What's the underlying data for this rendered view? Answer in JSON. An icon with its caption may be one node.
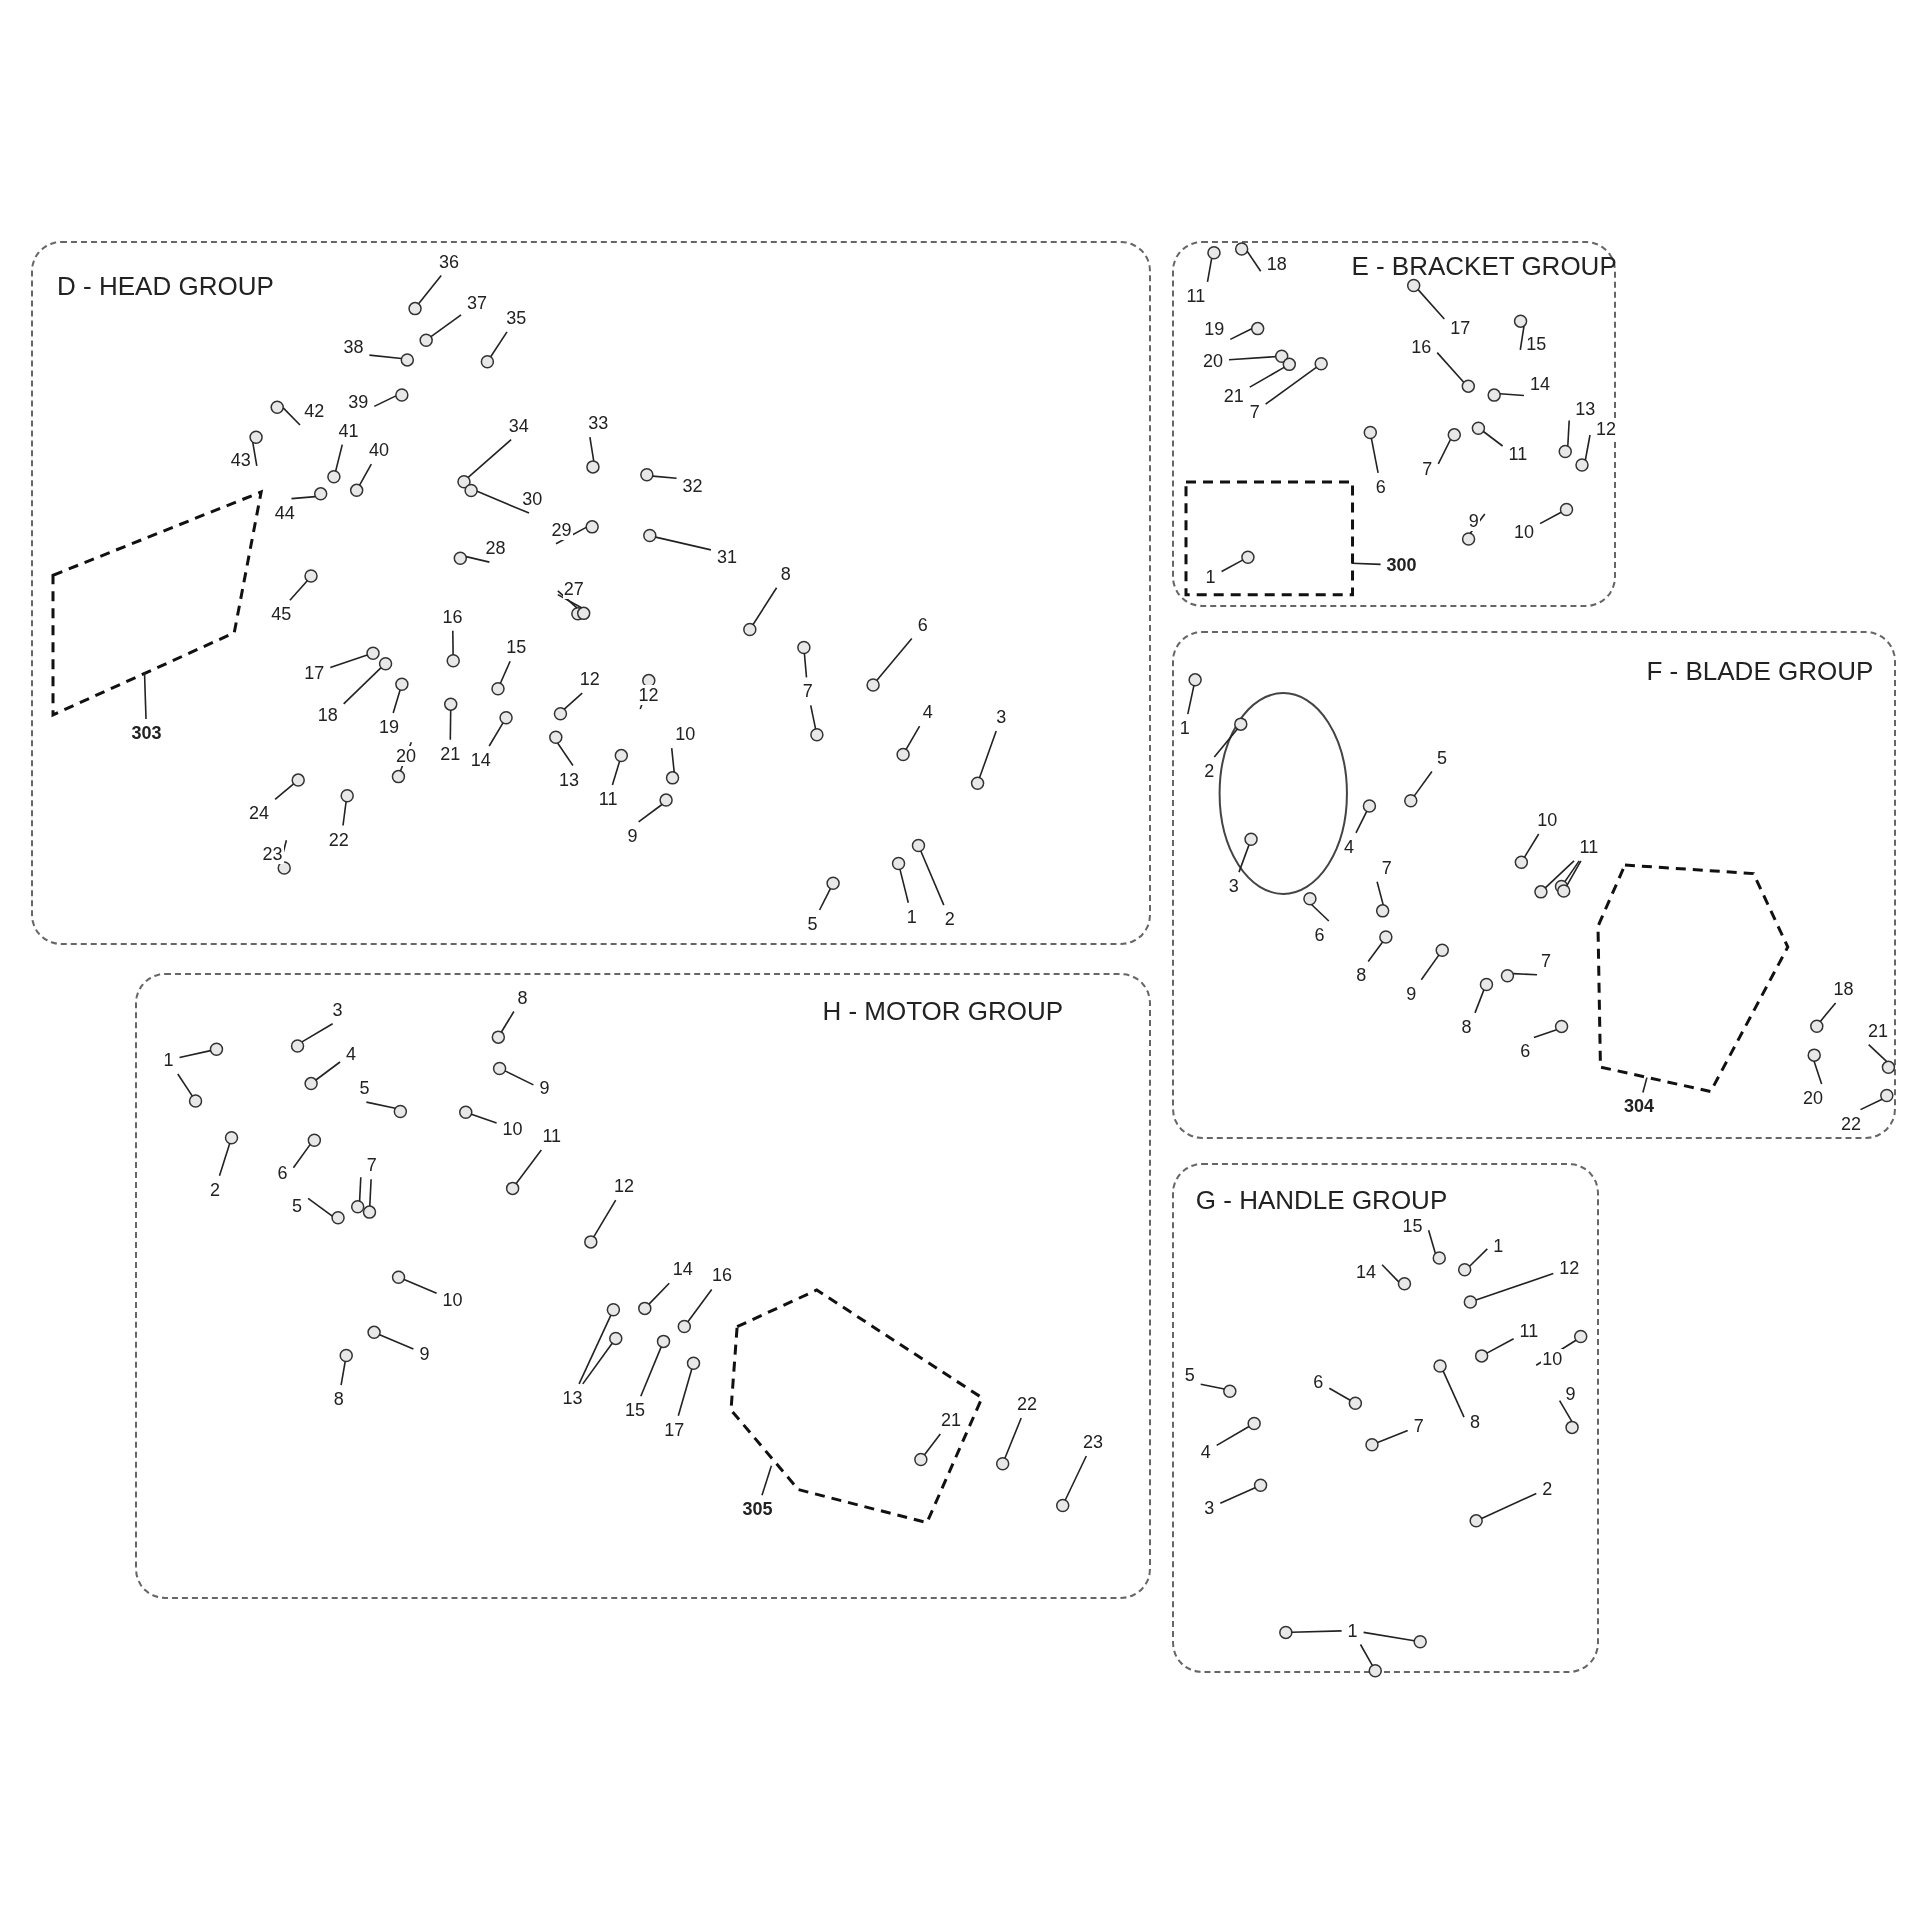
{
  "diagram": {
    "nodes": [
      {
        "text": [
          "D - HEAD GROUP"
        ]
      },
      {
        "text": [
          "36"
        ],
        "in": 0
      },
      {
        "text": [
          "37"
        ],
        "in": 0
      },
      {
        "text": [
          "35"
        ],
        "in": 0
      },
      {
        "text": [
          "38"
        ],
        "in": 0
      },
      {
        "text": [
          "39"
        ],
        "in": 0
      },
      {
        "text": [
          "42"
        ],
        "in": 0
      },
      {
        "text": [
          "41"
        ],
        "in": 0
      },
      {
        "text": [
          "40"
        ],
        "in": 0
      },
      {
        "text": [
          "34"
        ],
        "in": 0
      },
      {
        "text": [
          "33"
        ],
        "in": 0
      },
      {
        "text": [
          "32"
        ],
        "in": 0
      },
      {
        "text": [
          "43"
        ],
        "in": 0
      },
      {
        "text": [
          "44"
        ],
        "in": 0
      },
      {
        "text": [
          "30"
        ],
        "in": 0
      },
      {
        "text": [
          "29"
        ],
        "in": 0
      },
      {
        "text": [
          "28"
        ],
        "in": 0
      },
      {
        "text": [
          "31"
        ],
        "in": 0
      },
      {
        "text": [
          "27"
        ],
        "in": 0
      },
      {
        "text": [
          "45"
        ],
        "in": 0
      },
      {
        "text": [
          "8"
        ],
        "in": 0
      },
      {
        "text": [
          "6"
        ],
        "in": 0
      },
      {
        "text": [
          "16"
        ],
        "in": 0
      },
      {
        "text": [
          "15"
        ],
        "in": 0
      },
      {
        "text": [
          "17"
        ],
        "in": 0
      },
      {
        "text": [
          "18"
        ],
        "in": 0
      },
      {
        "text": [
          "19"
        ],
        "in": 0
      },
      {
        "text": [
          "7"
        ],
        "in": 0
      },
      {
        "text": [
          "4"
        ],
        "in": 0
      },
      {
        "text": [
          "3"
        ],
        "in": 0
      },
      {
        "text": [
          "12"
        ],
        "in": 0
      },
      {
        "text": [
          "12"
        ],
        "in": 0
      },
      {
        "text": [
          "10"
        ],
        "in": 0
      },
      {
        "text": [
          "20"
        ],
        "in": 0
      },
      {
        "text": [
          "21"
        ],
        "in": 0
      },
      {
        "text": [
          "14"
        ],
        "in": 0
      },
      {
        "text": [
          "13"
        ],
        "in": 0
      },
      {
        "text": [
          "11"
        ],
        "in": 0
      },
      {
        "text": [
          "9"
        ],
        "in": 0
      },
      {
        "text": [
          "24"
        ],
        "in": 0
      },
      {
        "text": [
          "23"
        ],
        "in": 0
      },
      {
        "text": [
          "22"
        ],
        "in": 0
      },
      {
        "text": [
          "5"
        ],
        "in": 0
      },
      {
        "text": [
          "1"
        ],
        "in": 0
      },
      {
        "text": [
          "2"
        ],
        "in": 0
      },
      {
        "text": [],
        "shape": "box",
        "in": 0
      },
      {
        "text": [
          "303"
        ],
        "in": 0
      },
      {
        "text": [
          "E - BRACKET GROUP"
        ]
      },
      {
        "text": [
          "11"
        ],
        "in": 47
      },
      {
        "text": [
          "18"
        ],
        "in": 47
      },
      {
        "text": [
          "17"
        ],
        "in": 47
      },
      {
        "text": [
          "19"
        ],
        "in": 47
      },
      {
        "text": [
          "15"
        ],
        "in": 47
      },
      {
        "text": [
          "16"
        ],
        "in": 47
      },
      {
        "text": [
          "20"
        ],
        "in": 47
      },
      {
        "text": [
          "21"
        ],
        "in": 47
      },
      {
        "text": [
          "7"
        ],
        "in": 47
      },
      {
        "text": [
          "14"
        ],
        "in": 47
      },
      {
        "text": [
          "13"
        ],
        "in": 47
      },
      {
        "text": [
          "12"
        ],
        "in": 47
      },
      {
        "text": [
          "11"
        ],
        "in": 47
      },
      {
        "text": [
          "7"
        ],
        "in": 47
      },
      {
        "text": [
          "6"
        ],
        "in": 47
      },
      {
        "text": [
          "9"
        ],
        "in": 47
      },
      {
        "text": [
          "10"
        ],
        "in": 47
      },
      {
        "text": [],
        "shape": "box",
        "in": 47
      },
      {
        "text": [
          "1"
        ],
        "in": 65
      },
      {
        "text": [
          "300"
        ],
        "in": 47
      },
      {
        "text": [
          "F - BLADE GROUP"
        ]
      },
      {
        "text": [
          "1"
        ],
        "in": 68
      },
      {
        "text": [
          "2"
        ],
        "in": 68
      },
      {
        "text": [
          "3"
        ],
        "in": 68
      },
      {
        "text": [
          "5"
        ],
        "in": 68
      },
      {
        "text": [
          "4"
        ],
        "in": 68
      },
      {
        "text": [
          "10"
        ],
        "in": 68
      },
      {
        "text": [
          "11"
        ],
        "in": 68
      },
      {
        "text": [
          "7"
        ],
        "in": 68
      },
      {
        "text": [
          "6"
        ],
        "in": 68
      },
      {
        "text": [
          "8"
        ],
        "in": 68
      },
      {
        "text": [
          "9"
        ],
        "in": 68
      },
      {
        "text": [
          "7"
        ],
        "in": 68
      },
      {
        "text": [
          "8"
        ],
        "in": 68
      },
      {
        "text": [
          "6"
        ],
        "in": 68
      },
      {
        "text": [
          "18"
        ],
        "in": 68
      },
      {
        "text": [
          "21"
        ],
        "in": 68
      },
      {
        "text": [
          "20"
        ],
        "in": 68
      },
      {
        "text": [
          "22"
        ],
        "in": 68
      },
      {
        "text": [],
        "shape": "box",
        "in": 68
      },
      {
        "text": [
          "304"
        ],
        "in": 68
      },
      {
        "text": [
          "G - HANDLE GROUP"
        ]
      },
      {
        "text": [
          "15"
        ],
        "in": 89
      },
      {
        "text": [
          "14"
        ],
        "in": 89
      },
      {
        "text": [
          "1"
        ],
        "in": 89
      },
      {
        "text": [
          "12"
        ],
        "in": 89
      },
      {
        "text": [
          "11"
        ],
        "in": 89
      },
      {
        "text": [
          "10"
        ],
        "in": 89
      },
      {
        "text": [
          "5"
        ],
        "in": 89
      },
      {
        "text": [
          "6"
        ],
        "in": 89
      },
      {
        "text": [
          "9"
        ],
        "in": 89
      },
      {
        "text": [
          "8"
        ],
        "in": 89
      },
      {
        "text": [
          "7"
        ],
        "in": 89
      },
      {
        "text": [
          "4"
        ],
        "in": 89
      },
      {
        "text": [
          "3"
        ],
        "in": 89
      },
      {
        "text": [
          "2"
        ],
        "in": 89
      },
      {
        "text": [
          "1"
        ],
        "in": 89
      },
      {
        "text": [
          "H - MOTOR GROUP"
        ]
      },
      {
        "text": [
          "3"
        ],
        "in": 105
      },
      {
        "text": [
          "8"
        ],
        "in": 105
      },
      {
        "text": [
          "1"
        ],
        "in": 105
      },
      {
        "text": [
          "4"
        ],
        "in": 105
      },
      {
        "text": [
          "9"
        ],
        "in": 105
      },
      {
        "text": [
          "5"
        ],
        "in": 105
      },
      {
        "text": [
          "10"
        ],
        "in": 105
      },
      {
        "text": [
          "11"
        ],
        "in": 105
      },
      {
        "text": [
          "6"
        ],
        "in": 105
      },
      {
        "text": [
          "7"
        ],
        "in": 105
      },
      {
        "text": [
          "2"
        ],
        "in": 105
      },
      {
        "text": [
          "5"
        ],
        "in": 105
      },
      {
        "text": [
          "12"
        ],
        "in": 105
      },
      {
        "text": [
          "14"
        ],
        "in": 105
      },
      {
        "text": [
          "16"
        ],
        "in": 105
      },
      {
        "text": [
          "10"
        ],
        "in": 105
      },
      {
        "text": [
          "9"
        ],
        "in": 105
      },
      {
        "text": [
          "13"
        ],
        "in": 105
      },
      {
        "text": [
          "15"
        ],
        "in": 105
      },
      {
        "text": [
          "17"
        ],
        "in": 105
      },
      {
        "text": [
          "8"
        ],
        "in": 105
      },
      {
        "text": [],
        "shape": "box",
        "in": 105
      },
      {
        "text": [
          "21"
        ],
        "in": 127
      },
      {
        "text": [
          "305"
        ],
        "in": 105
      },
      {
        "text": [
          "22"
        ],
        "in": 105
      },
      {
        "text": [
          "23"
        ],
        "in": 105
      }
    ],
    "edges": [
      {
        "from": 1,
        "to": null,
        "arrow": "none"
      },
      {
        "from": 2,
        "to": null,
        "arrow": "none"
      },
      {
        "from": 3,
        "to": null,
        "arrow": "none"
      },
      {
        "from": 4,
        "to": null,
        "arrow": "none"
      },
      {
        "from": 5,
        "to": null,
        "arrow": "none"
      },
      {
        "from": 6,
        "to": null,
        "arrow": "none"
      },
      {
        "from": 7,
        "to": null,
        "arrow": "none"
      },
      {
        "from": 8,
        "to": null,
        "arrow": "none"
      },
      {
        "from": 9,
        "to": null,
        "arrow": "none"
      },
      {
        "from": 10,
        "to": null,
        "arrow": "none"
      },
      {
        "from": 11,
        "to": null,
        "arrow": "none"
      },
      {
        "from": 12,
        "to": null,
        "arrow": "none"
      },
      {
        "from": 13,
        "to": null,
        "arrow": "none"
      },
      {
        "from": 14,
        "to": null,
        "arrow": "none"
      },
      {
        "from": 15,
        "to": null,
        "arrow": "none"
      },
      {
        "from": 16,
        "to": null,
        "arrow": "none"
      },
      {
        "from": 17,
        "to": null,
        "arrow": "none"
      },
      {
        "from": 18,
        "to": null,
        "arrow": "none"
      },
      {
        "from": 18,
        "to": null,
        "arrow": "none"
      },
      {
        "from": 19,
        "to": null,
        "arrow": "none"
      },
      {
        "from": 20,
        "to": null,
        "arrow": "none"
      },
      {
        "from": 21,
        "to": null,
        "arrow": "none"
      },
      {
        "from": 22,
        "to": null,
        "arrow": "none"
      },
      {
        "from": 23,
        "to": null,
        "arrow": "none"
      },
      {
        "from": 24,
        "to": null,
        "arrow": "none"
      },
      {
        "from": 25,
        "to": null,
        "arrow": "none"
      },
      {
        "from": 26,
        "to": null,
        "arrow": "none"
      },
      {
        "from": 27,
        "to": null,
        "arrow": "none"
      },
      {
        "from": 27,
        "to": null,
        "arrow": "none"
      },
      {
        "from": 28,
        "to": null,
        "arrow": "none"
      },
      {
        "from": 29,
        "to": null,
        "arrow": "none"
      },
      {
        "from": 30,
        "to": null,
        "arrow": "none"
      },
      {
        "from": 31,
        "to": null,
        "arrow": "none"
      },
      {
        "from": 32,
        "to": null,
        "arrow": "none"
      },
      {
        "from": 33,
        "to": null,
        "arrow": "none"
      },
      {
        "from": 34,
        "to": null,
        "arrow": "none"
      },
      {
        "from": 35,
        "to": null,
        "arrow": "none"
      },
      {
        "from": 36,
        "to": null,
        "arrow": "none"
      },
      {
        "from": 37,
        "to": null,
        "arrow": "none"
      },
      {
        "from": 38,
        "to": null,
        "arrow": "none"
      },
      {
        "from": 39,
        "to": null,
        "arrow": "none"
      },
      {
        "from": 40,
        "to": null,
        "arrow": "none"
      },
      {
        "from": 41,
        "to": null,
        "arrow": "none"
      },
      {
        "from": 42,
        "to": null,
        "arrow": "none"
      },
      {
        "from": 43,
        "to": null,
        "arrow": "none"
      },
      {
        "from": 44,
        "to": null,
        "arrow": "none"
      },
      {
        "from": 46,
        "to": 45,
        "arrow": "none"
      },
      {
        "from": 48,
        "to": null,
        "arrow": "none"
      },
      {
        "from": 49,
        "to": null,
        "arrow": "none"
      },
      {
        "from": 50,
        "to": null,
        "arrow": "none"
      },
      {
        "from": 51,
        "to": null,
        "arrow": "none"
      },
      {
        "from": 52,
        "to": null,
        "arrow": "none"
      },
      {
        "from": 53,
        "to": null,
        "arrow": "none"
      },
      {
        "from": 54,
        "to": null,
        "arrow": "none"
      },
      {
        "from": 55,
        "to": null,
        "arrow": "none"
      },
      {
        "from": 56,
        "to": null,
        "arrow": "none"
      },
      {
        "from": 57,
        "to": null,
        "arrow": "none"
      },
      {
        "from": 58,
        "to": null,
        "arrow": "none"
      },
      {
        "from": 59,
        "to": null,
        "arrow": "none"
      },
      {
        "from": 60,
        "to": null,
        "arrow": "none"
      },
      {
        "from": 61,
        "to": null,
        "arrow": "none"
      },
      {
        "from": 62,
        "to": null,
        "arrow": "none"
      },
      {
        "from": 63,
        "to": null,
        "arrow": "none"
      },
      {
        "from": 64,
        "to": null,
        "arrow": "none"
      },
      {
        "from": 66,
        "to": null,
        "arrow": "none"
      },
      {
        "from": 67,
        "to": 65,
        "arrow": "none"
      },
      {
        "from": 69,
        "to": null,
        "arrow": "none"
      },
      {
        "from": 70,
        "to": null,
        "arrow": "none"
      },
      {
        "from": 71,
        "to": null,
        "arrow": "none"
      },
      {
        "from": 72,
        "to": null,
        "arrow": "none"
      },
      {
        "from": 73,
        "to": null,
        "arrow": "none"
      },
      {
        "from": 74,
        "to": null,
        "arrow": "none"
      },
      {
        "from": 75,
        "to": null,
        "arrow": "none"
      },
      {
        "from": 75,
        "to": null,
        "arrow": "none"
      },
      {
        "from": 75,
        "to": null,
        "arrow": "none"
      },
      {
        "from": 76,
        "to": null,
        "arrow": "none"
      },
      {
        "from": 77,
        "to": null,
        "arrow": "none"
      },
      {
        "from": 78,
        "to": null,
        "arrow": "none"
      },
      {
        "from": 79,
        "to": null,
        "arrow": "none"
      },
      {
        "from": 80,
        "to": null,
        "arrow": "none"
      },
      {
        "from": 81,
        "to": null,
        "arrow": "none"
      },
      {
        "from": 82,
        "to": null,
        "arrow": "none"
      },
      {
        "from": 83,
        "to": null,
        "arrow": "none"
      },
      {
        "from": 84,
        "to": null,
        "arrow": "none"
      },
      {
        "from": 85,
        "to": null,
        "arrow": "none"
      },
      {
        "from": 86,
        "to": null,
        "arrow": "none"
      },
      {
        "from": 88,
        "to": 87,
        "arrow": "none"
      },
      {
        "from": 90,
        "to": null,
        "arrow": "none"
      },
      {
        "from": 91,
        "to": null,
        "arrow": "none"
      },
      {
        "from": 92,
        "to": null,
        "arrow": "none"
      },
      {
        "from": 93,
        "to": null,
        "arrow": "none"
      },
      {
        "from": 94,
        "to": null,
        "arrow": "none"
      },
      {
        "from": 95,
        "to": null,
        "arrow": "none"
      },
      {
        "from": 96,
        "to": null,
        "arrow": "none"
      },
      {
        "from": 97,
        "to": null,
        "arrow": "none"
      },
      {
        "from": 98,
        "to": null,
        "arrow": "none"
      },
      {
        "from": 99,
        "to": null,
        "arrow": "none"
      },
      {
        "from": 100,
        "to": null,
        "arrow": "none"
      },
      {
        "from": 101,
        "to": null,
        "arrow": "none"
      },
      {
        "from": 102,
        "to": null,
        "arrow": "none"
      },
      {
        "from": 103,
        "to": null,
        "arrow": "none"
      },
      {
        "from": 104,
        "to": null,
        "arrow": "none"
      },
      {
        "from": 104,
        "to": null,
        "arrow": "none"
      },
      {
        "from": 104,
        "to": null,
        "arrow": "none"
      },
      {
        "from": 106,
        "to": null,
        "arrow": "none"
      },
      {
        "from": 107,
        "to": null,
        "arrow": "none"
      },
      {
        "from": 108,
        "to": null,
        "arrow": "none"
      },
      {
        "from": 108,
        "to": null,
        "arrow": "none"
      },
      {
        "from": 109,
        "to": null,
        "arrow": "none"
      },
      {
        "from": 110,
        "to": null,
        "arrow": "none"
      },
      {
        "from": 111,
        "to": null,
        "arrow": "none"
      },
      {
        "from": 112,
        "to": null,
        "arrow": "none"
      },
      {
        "from": 113,
        "to": null,
        "arrow": "none"
      },
      {
        "from": 114,
        "to": null,
        "arrow": "none"
      },
      {
        "from": 115,
        "to": null,
        "arrow": "none"
      },
      {
        "from": 115,
        "to": null,
        "arrow": "none"
      },
      {
        "from": 116,
        "to": null,
        "arrow": "none"
      },
      {
        "from": 117,
        "to": null,
        "arrow": "none"
      },
      {
        "from": 118,
        "to": null,
        "arrow": "none"
      },
      {
        "from": 119,
        "to": null,
        "arrow": "none"
      },
      {
        "from": 120,
        "to": null,
        "arrow": "none"
      },
      {
        "from": 121,
        "to": null,
        "arrow": "none"
      },
      {
        "from": 122,
        "to": null,
        "arrow": "none"
      },
      {
        "from": 123,
        "to": null,
        "arrow": "none"
      },
      {
        "from": 123,
        "to": null,
        "arrow": "none"
      },
      {
        "from": 124,
        "to": null,
        "arrow": "none"
      },
      {
        "from": 125,
        "to": null,
        "arrow": "none"
      },
      {
        "from": 126,
        "to": null,
        "arrow": "none"
      },
      {
        "from": 128,
        "to": null,
        "arrow": "none"
      },
      {
        "from": 129,
        "to": 127,
        "arrow": "none"
      },
      {
        "from": 130,
        "to": null,
        "arrow": "none"
      },
      {
        "from": 131,
        "to": null,
        "arrow": "none"
      }
    ]
  }
}
